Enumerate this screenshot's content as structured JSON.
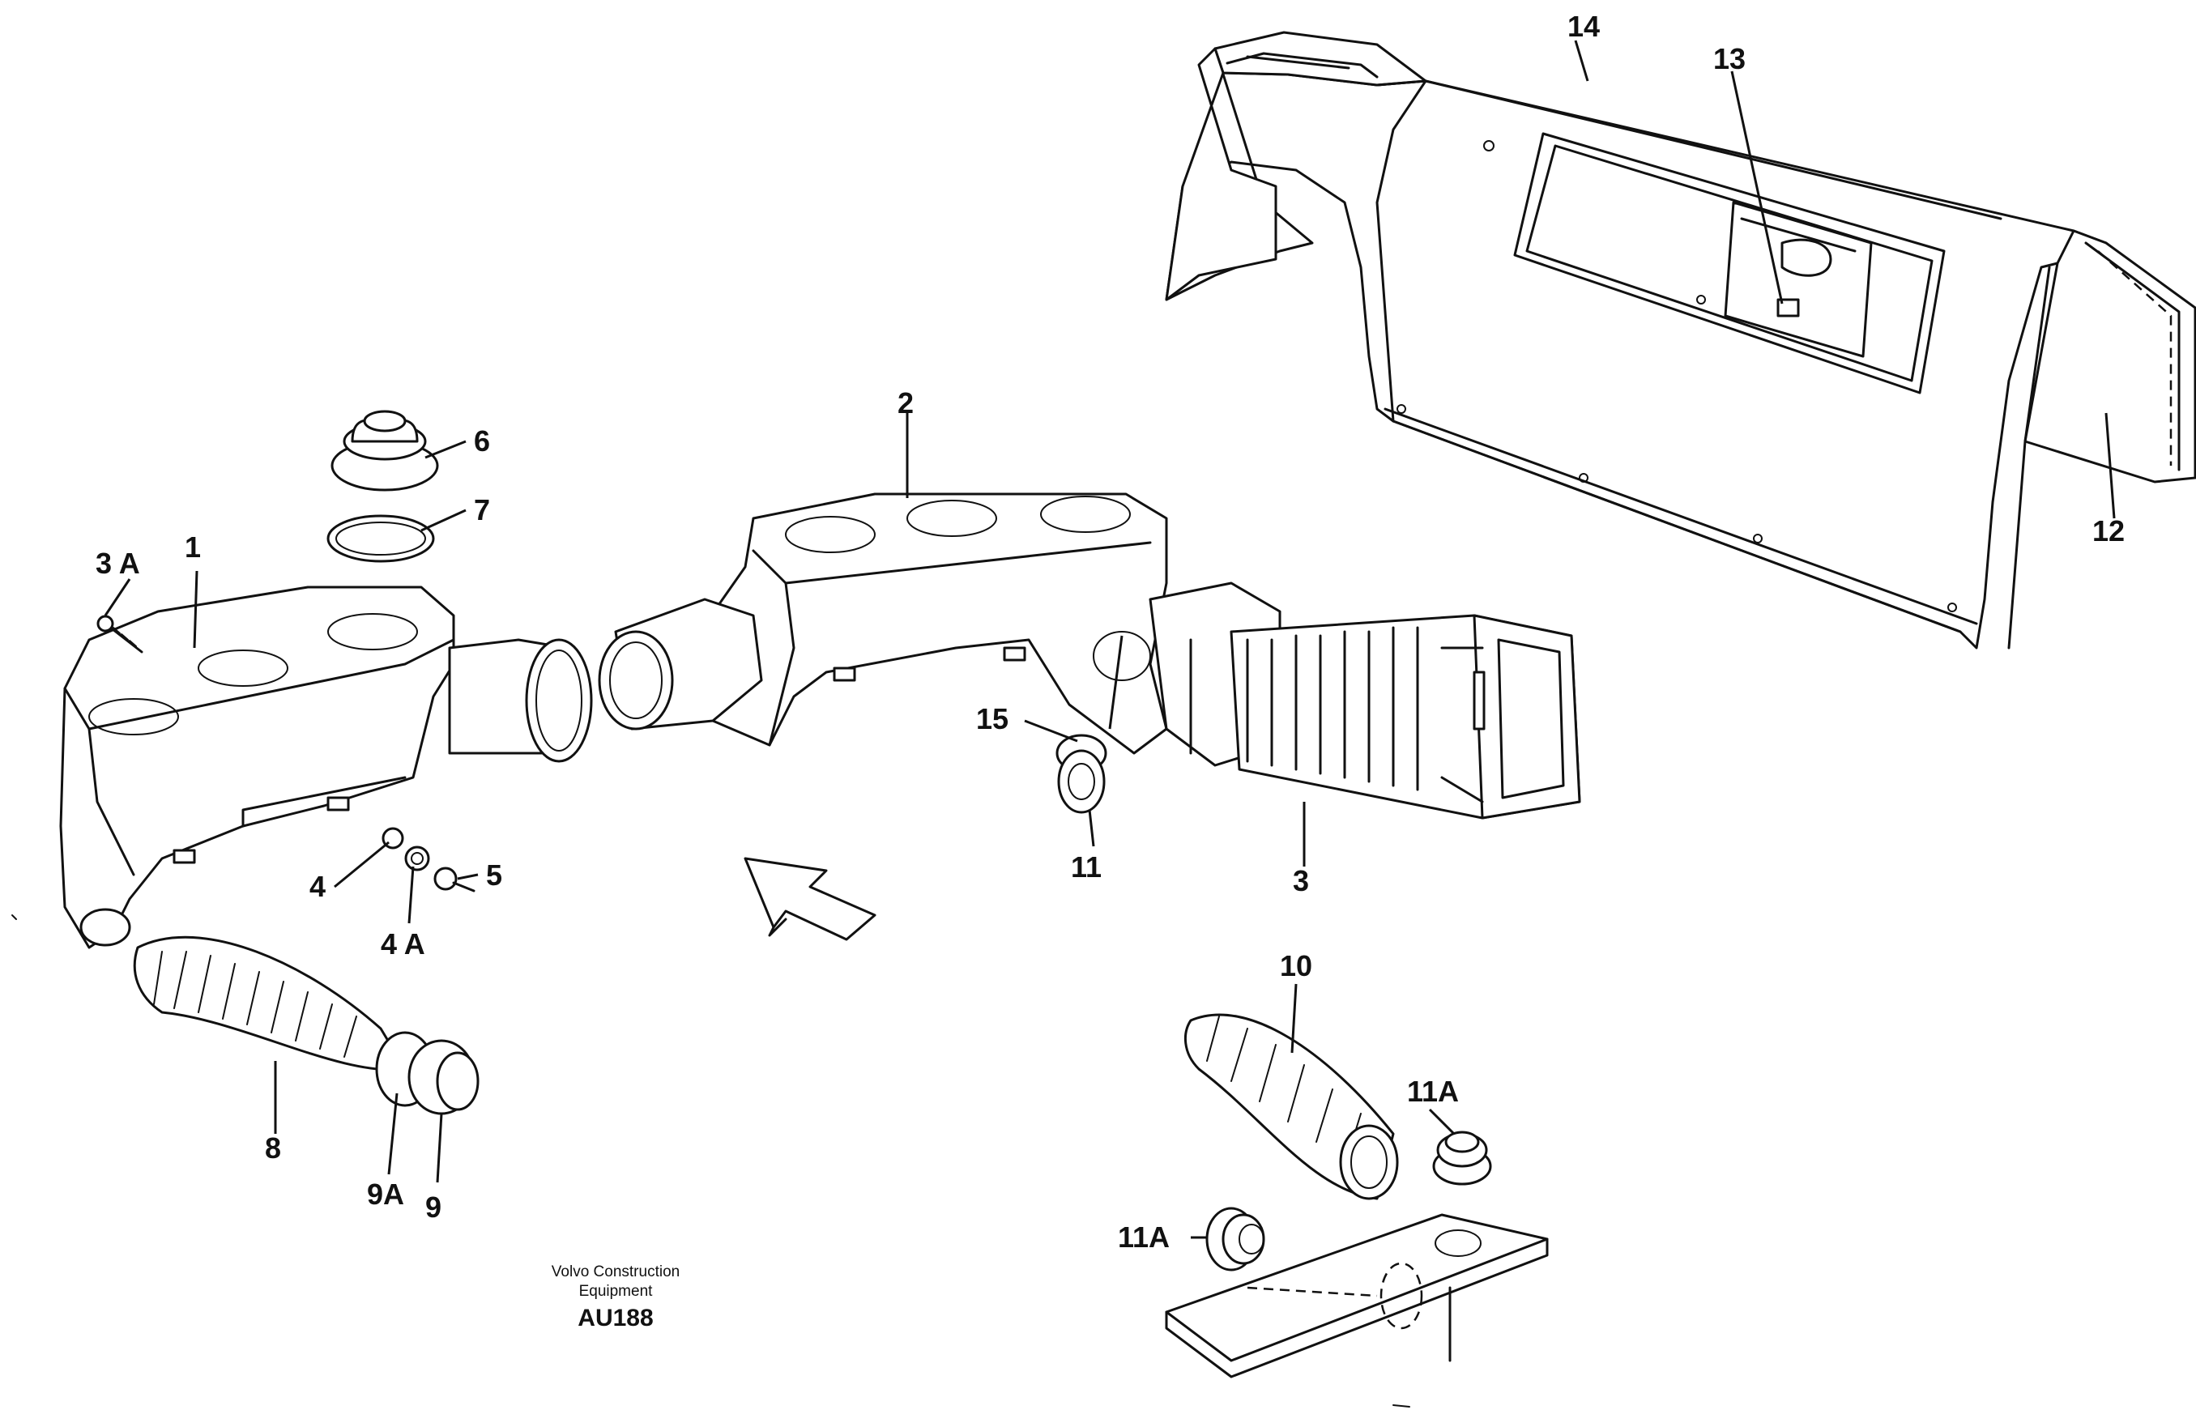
{
  "labels": {
    "p1": "1",
    "p2": "2",
    "p3": "3",
    "p3a": "3 A",
    "p4": "4",
    "p4a": "4 A",
    "p5": "5",
    "p6": "6",
    "p7": "7",
    "p8": "8",
    "p9": "9",
    "p9a": "9A",
    "p10": "10",
    "p11": "11",
    "p11a_top": "11A",
    "p11a_left": "11A",
    "p12": "12",
    "p13": "13",
    "p14": "14",
    "p15": "15"
  },
  "caption": {
    "line1": "Volvo Construction",
    "line2": "Equipment",
    "code": "AU188"
  }
}
